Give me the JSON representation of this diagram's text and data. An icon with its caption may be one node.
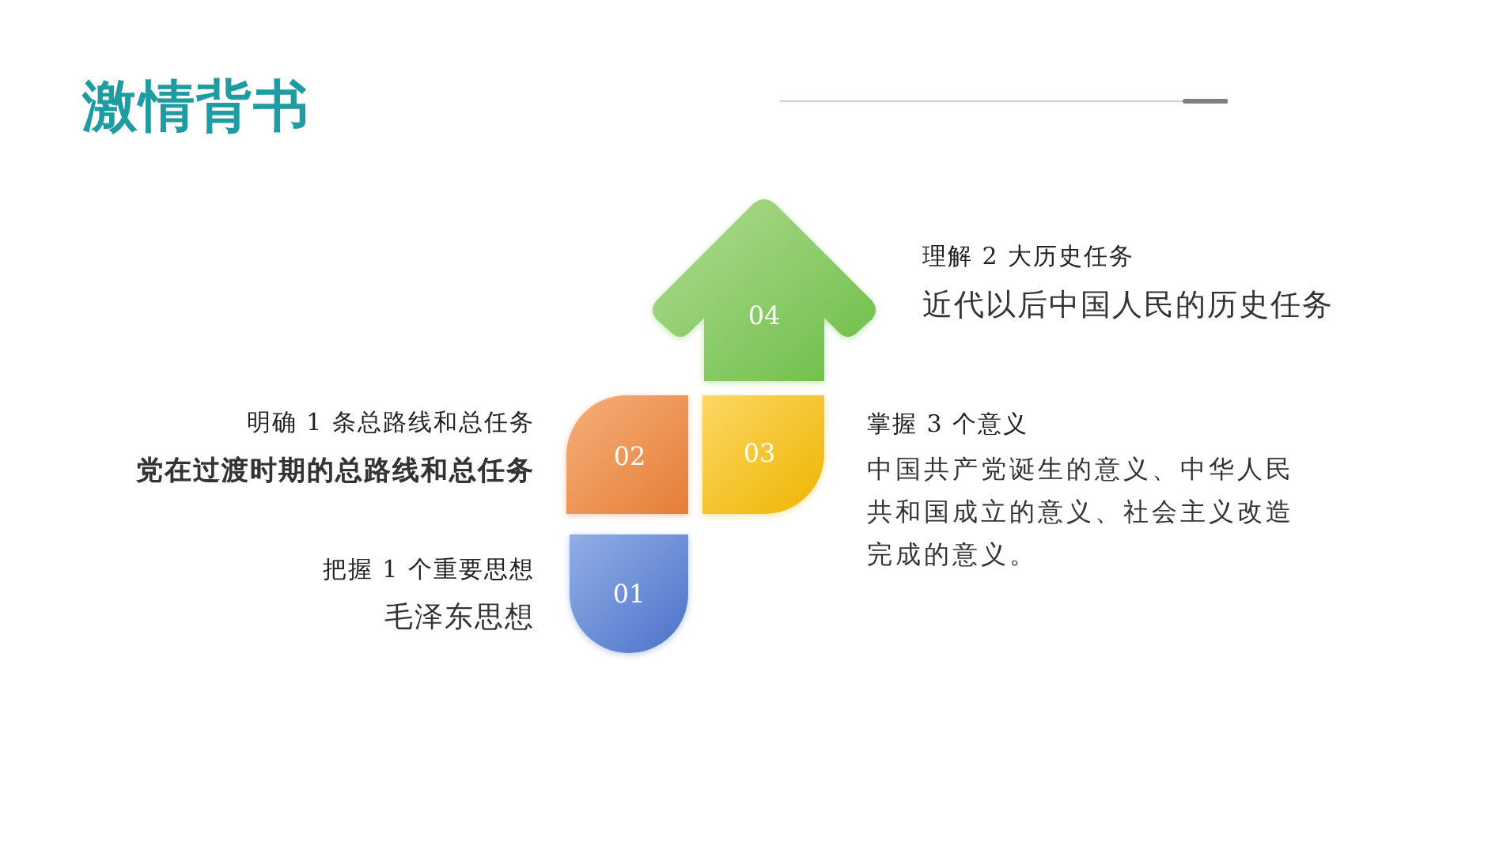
{
  "diagram": {
    "title": "激情背书",
    "nodes": [
      {
        "text": [
          "01"
        ],
        "beside": [
          "把握 1 个重要思想",
          "毛泽东思想"
        ]
      },
      {
        "text": [
          "02"
        ],
        "beside": [
          "明确 1 条总路线和总任务",
          "党在过渡时期的总路线和总任务"
        ]
      },
      {
        "text": [
          "03"
        ],
        "beside": [
          "掌握 3 个意义",
          "中国共产党诞生的意义、中华人民共和国成立的意义、社会主义改造完成的意义。"
        ]
      },
      {
        "text": [
          "04"
        ],
        "beside": [
          "理解 2 大历史任务",
          "近代以后中国人民的历史任务"
        ]
      }
    ]
  }
}
